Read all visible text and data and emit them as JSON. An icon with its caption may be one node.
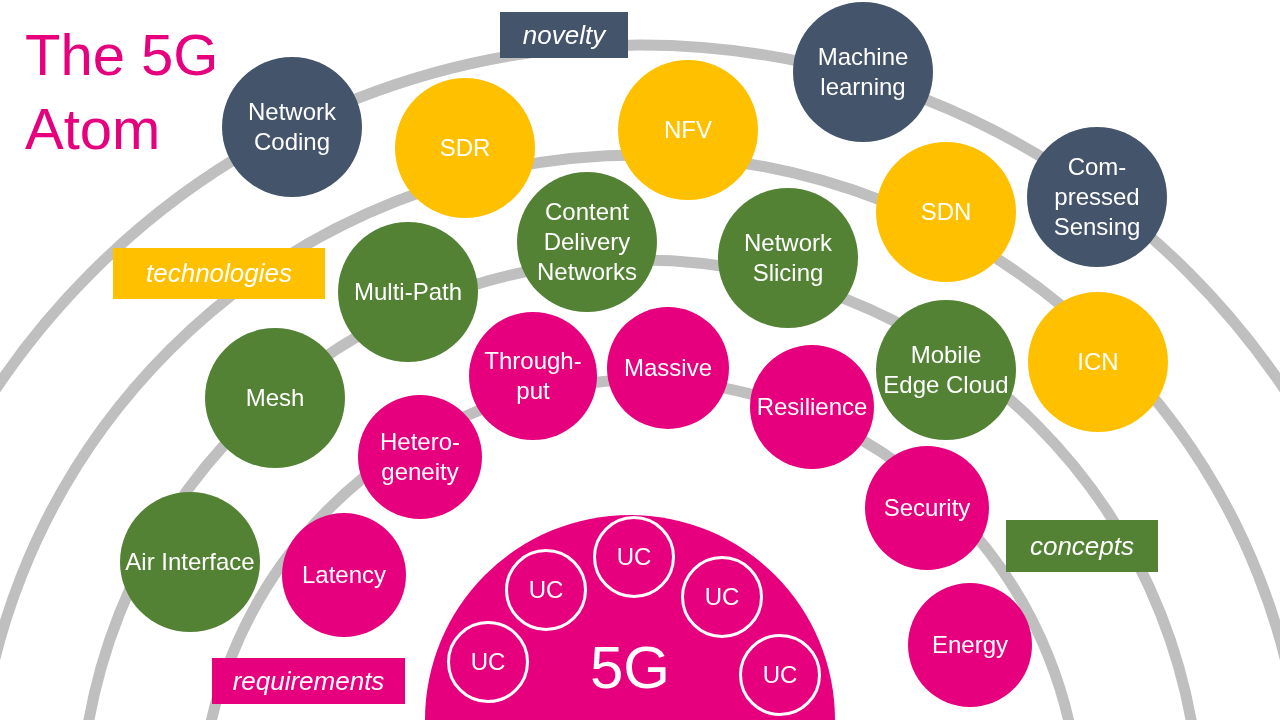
{
  "diagram": {
    "title": "The 5G Atom",
    "nodes": [
      {
        "text": [
          "novelty"
        ]
      },
      {
        "text": [
          "Machine learning"
        ]
      },
      {
        "text": [
          "Network Coding"
        ]
      },
      {
        "text": [
          "NFV"
        ]
      },
      {
        "text": [
          "SDR"
        ]
      },
      {
        "text": [
          "Com-pressed Sensing"
        ]
      },
      {
        "text": [
          "SDN"
        ]
      },
      {
        "text": [
          "Content Delivery Networks"
        ]
      },
      {
        "text": [
          "Network Slicing"
        ]
      },
      {
        "text": [
          "technologies"
        ]
      },
      {
        "text": [
          "Multi-Path"
        ]
      },
      {
        "text": [
          "Mobile Edge Cloud"
        ]
      },
      {
        "text": [
          "ICN"
        ]
      },
      {
        "text": [
          "Massive"
        ]
      },
      {
        "text": [
          "Through-put"
        ]
      },
      {
        "text": [
          "Resilience"
        ]
      },
      {
        "text": [
          "Mesh"
        ]
      },
      {
        "text": [
          "Hetero-geneity"
        ]
      },
      {
        "text": [
          "Security"
        ]
      },
      {
        "text": [
          "Air Interface"
        ]
      },
      {
        "text": [
          "Latency"
        ]
      },
      {
        "text": [
          "concepts"
        ]
      },
      {
        "text": [
          "5G"
        ]
      },
      {
        "text": [
          "UC"
        ],
        "in": 22
      },
      {
        "text": [
          "UC"
        ],
        "in": 22
      },
      {
        "text": [
          "UC"
        ],
        "in": 22
      },
      {
        "text": [
          "UC"
        ],
        "in": 22
      },
      {
        "text": [
          "UC"
        ],
        "in": 22
      },
      {
        "text": [
          "Energy"
        ]
      },
      {
        "text": [
          "requirements"
        ]
      }
    ],
    "edges": []
  }
}
